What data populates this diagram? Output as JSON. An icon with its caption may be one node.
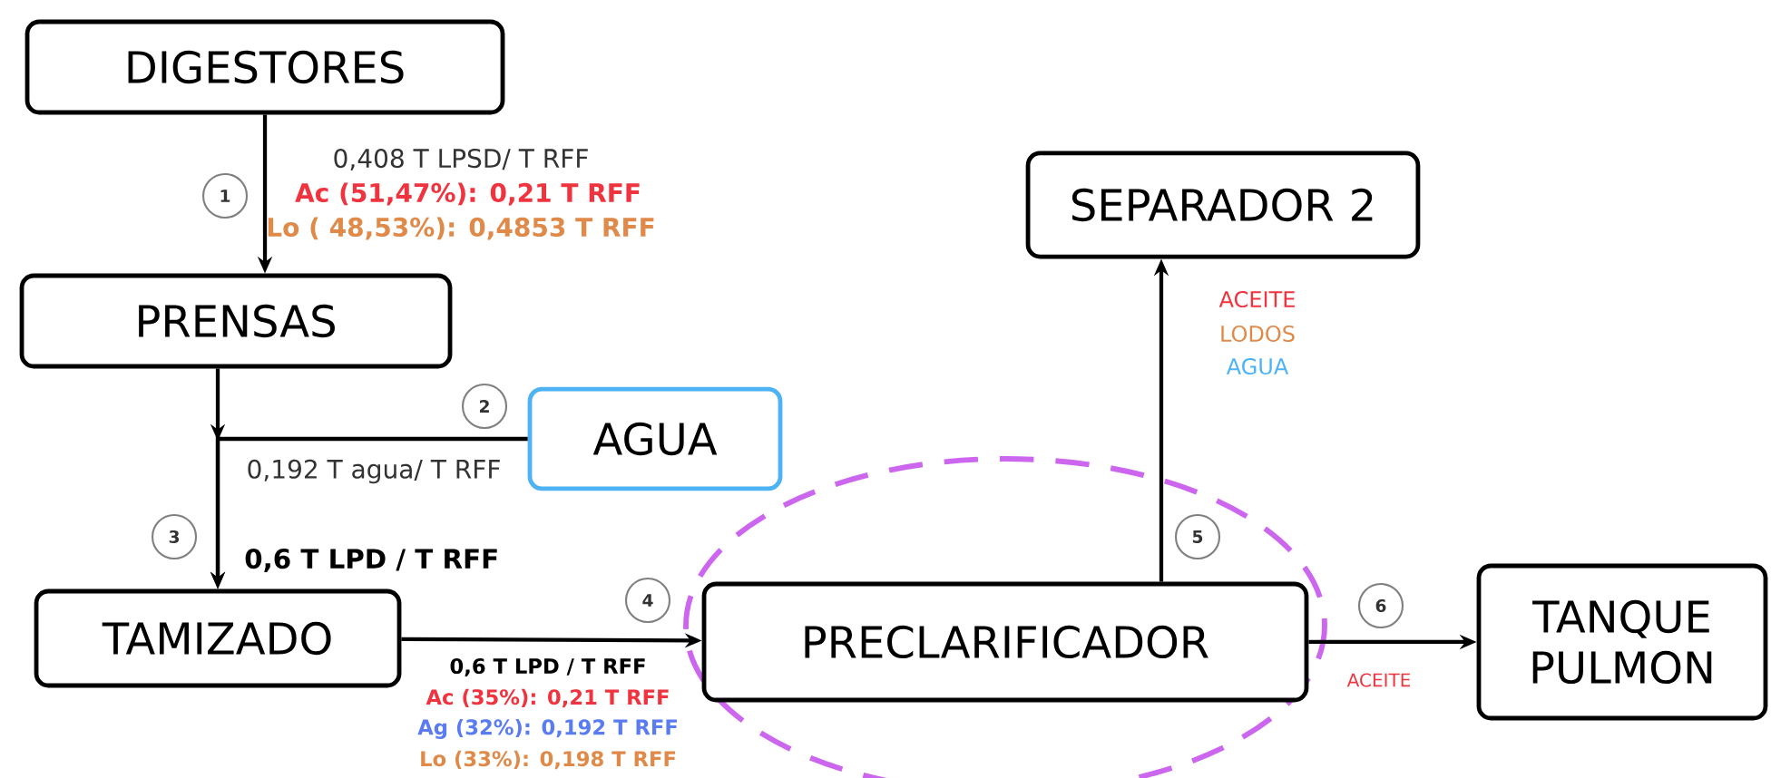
{
  "diagram": {
    "nodes": [
      {
        "text": [
          "DIGESTORES"
        ]
      },
      {
        "text": [
          "PRENSAS"
        ]
      },
      {
        "text": [
          "AGUA"
        ]
      },
      {
        "text": [
          "TAMIZADO"
        ]
      },
      {
        "text": [
          "PRECLARIFICADOR"
        ]
      },
      {
        "text": [
          "SEPARADOR 2"
        ]
      },
      {
        "text": [
          "TANQUE PULMON"
        ]
      }
    ],
    "edges": [
      {
        "from": 0,
        "to": 1,
        "arrow": "to"
      },
      {
        "from": 1,
        "to": 3,
        "arrow": "to"
      },
      {
        "from": 2,
        "to": 3,
        "arrow": "to"
      },
      {
        "from": 3,
        "to": 4,
        "arrow": "to"
      },
      {
        "from": 4,
        "to": 5,
        "arrow": "to"
      },
      {
        "from": 4,
        "to": 6,
        "arrow": "to"
      }
    ],
    "labels": [
      "1",
      "0,408 T LPSD/ T RFF",
      "Ac (51,47%): 0,21 T RFF",
      "Lo ( 48,53%): 0,4853 T RFF",
      "ACEITE",
      "LODOS",
      "AGUA",
      "2",
      "0,192 T agua/ T RFF",
      "5",
      "3",
      "0,6 T LPD / T RFF",
      "4",
      "6",
      "0,6 T LPD / T RFF",
      "Ac (35%): 0,21 T RFF",
      "Ag (32%): 0,192 T RFF",
      "Lo (33%): 0,198 T RFF",
      "ACEITE"
    ]
  }
}
